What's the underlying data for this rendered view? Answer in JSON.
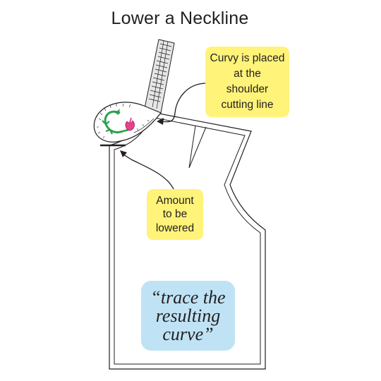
{
  "title": "Lower a Neckline",
  "callouts": {
    "curvy": {
      "lines": [
        "Curvy is placed",
        "at the",
        "shoulder",
        "cutting line"
      ],
      "color": "#fff37a"
    },
    "amount": {
      "lines": [
        "Amount",
        "to  be",
        "lowered"
      ],
      "color": "#fff37a"
    },
    "trace": {
      "lines": [
        "“trace the",
        "resulting",
        "curve”"
      ],
      "color": "#bfe3f5"
    }
  },
  "icons": [
    "curvy-ruler-icon",
    "flower-logo-icon",
    "arrow-icon"
  ],
  "colors": {
    "line": "#231f20",
    "ruler_fill": "#e6e6e6",
    "logo_green": "#2e9e4f",
    "logo_pink": "#e8418c"
  }
}
